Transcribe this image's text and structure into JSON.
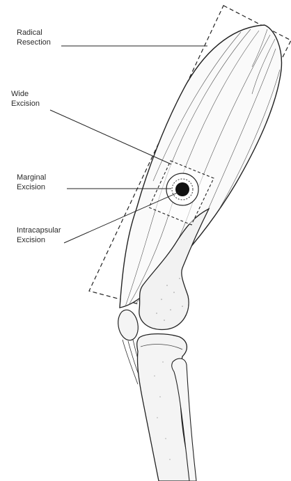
{
  "labels": {
    "radical": {
      "line1": "Radical",
      "line2": "Resection"
    },
    "wide": {
      "line1": "Wide",
      "line2": "Excision"
    },
    "marginal": {
      "line1": "Marginal",
      "line2": "Excision"
    },
    "intracapsular": {
      "line1": "Intracapsular",
      "line2": "Excision"
    }
  }
}
